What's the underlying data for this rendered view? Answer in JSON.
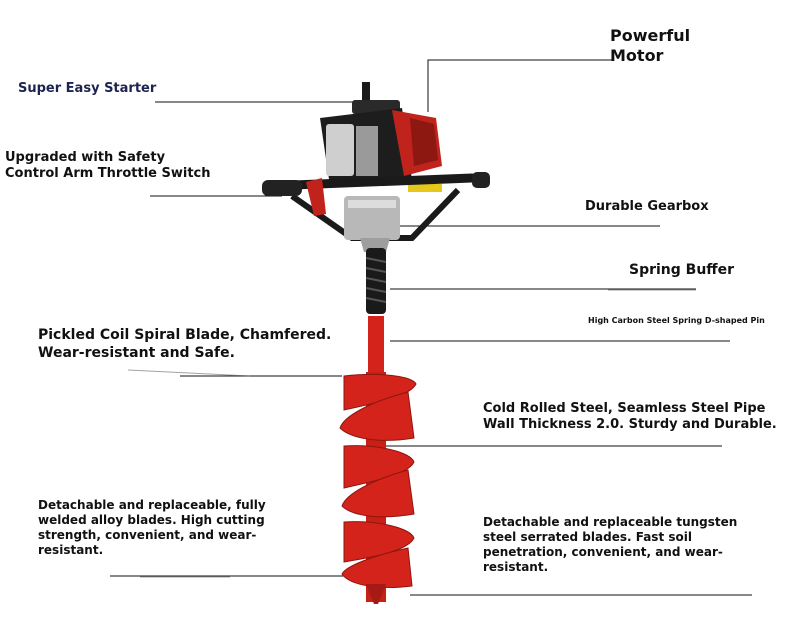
{
  "labels": {
    "motor": "Powerful\nMotor",
    "starter": "Super Easy Starter",
    "throttle": "Upgraded with Safety\nControl Arm Throttle Switch",
    "gearbox": "Durable Gearbox",
    "buffer": "Spring Buffer",
    "pin": "High Carbon Steel Spring D-shaped Pin",
    "blade": "Pickled Coil Spiral Blade, Chamfered.\nWear-resistant and Safe.",
    "steel": "Cold Rolled Steel, Seamless Steel Pipe\nWall Thickness 2.0. Sturdy and Durable.",
    "alloy": "Detachable and replaceable, fully\nwelded alloy blades. High cutting\nstrength, convenient, and wear-\nresistant.",
    "tungsten": "Detachable and replaceable tungsten\nsteel serrated blades. Fast soil\npenetration, convenient, and wear-\nresistant."
  },
  "colors": {
    "auger_red": "#d4231a",
    "engine_dark": "#1d1d1d",
    "leader_line": "#111111"
  }
}
